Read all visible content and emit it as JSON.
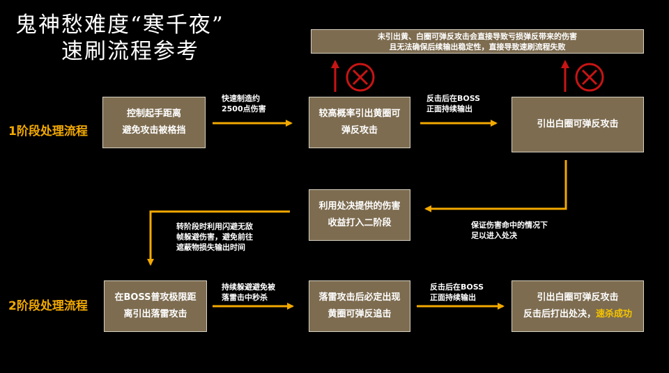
{
  "title": {
    "line1": "鬼神愁难度“寒千夜”",
    "line2": "速刷流程参考"
  },
  "stages": {
    "stage1": "1阶段处理流程",
    "stage2": "2阶段处理流程"
  },
  "warning": {
    "line1": "未引出黄、白圈可弹反攻击会直接导致亏损弹反带来的伤害",
    "line2": "且无法确保后续输出稳定性，直接导致速刷流程失败"
  },
  "boxes": {
    "b1": {
      "line1": "控制起手距离",
      "line2": "避免攻击被格挡"
    },
    "b2": {
      "line1": "较高概率引出黄圈可",
      "line2": "弹反攻击"
    },
    "b3": {
      "line1": "引出白圈可弹反攻击"
    },
    "b4": {
      "line1": "利用处决提供的伤害",
      "line2": "收益打入二阶段"
    },
    "b5": {
      "line1": "在BOSS普攻极限距",
      "line2": "离引出落雷攻击"
    },
    "b6": {
      "line1": "落雷攻击后必定出现",
      "line2": "黄圈可弹反追击"
    },
    "b7": {
      "line1": "引出白圈可弹反攻击",
      "line2a": "反击后打出处决，",
      "line2b": "速杀成功"
    }
  },
  "notes": {
    "n1": {
      "line1": "快速制造约",
      "line2": "2500点伤害"
    },
    "n2": {
      "line1": "反击后在BOSS",
      "line2": "正面持续输出"
    },
    "n3": {
      "line1": "保证伤害命中的情况下",
      "line2": "足以进入处决"
    },
    "n4": {
      "line1": "转阶段时利用闪避无敌",
      "line2": "帧躲避伤害，避免前往",
      "line3": "遮蔽物损失输出时间"
    },
    "n5": {
      "line1": "持续躲避避免被",
      "line2": "落雷击中秒杀"
    },
    "n6": {
      "line1": "反击后在BOSS",
      "line2": "正面持续输出"
    }
  },
  "colors": {
    "accent_orange": "#f2a900",
    "highlight_yellow": "#f5c400",
    "box_fill": "#7d6c50",
    "box_border": "#d8d2c4",
    "warn_red": "#c81414"
  }
}
